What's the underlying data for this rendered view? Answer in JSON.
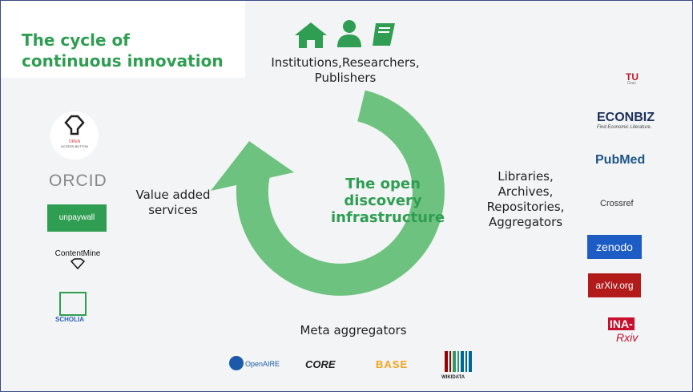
{
  "title": {
    "line1": "The cycle of",
    "line2": "continuous innovation"
  },
  "center": {
    "line1": "The open",
    "line2": "discovery",
    "line3": "infrastructure"
  },
  "stakeholders": {
    "line1": "Institutions,Researchers,",
    "line2": "Publishers",
    "icons": [
      "home-icon",
      "person-icon",
      "book-icon"
    ]
  },
  "libraries": {
    "line1": "Libraries,",
    "line2": "Archives,",
    "line3": "Repositories,",
    "line4": "Aggregators"
  },
  "value_added": {
    "line1": "Value added",
    "line2": "services"
  },
  "meta": {
    "label": "Meta aggregators"
  },
  "left_logos": {
    "oaw_line1": "OPEN",
    "oaw_line2": "ACCESS BUTTON",
    "orcid": "ORCID",
    "unpaywall": "unpaywall",
    "contentmine": "ContentMine",
    "scholia": "SCHOLIA"
  },
  "right_logos": {
    "tu": "TU",
    "tu_small": "Graz",
    "econbiz": "ECONBIZ",
    "econbiz_tag": "Find Economic Literature.",
    "pubmed": "PubMed",
    "crossref": "Crossref",
    "zenodo": "zenodo",
    "arxiv": "arXiv.org",
    "inarxiv_line1": "INA-",
    "inarxiv_line2": "Rxiv"
  },
  "bottom_logos": {
    "openaire": "OpenAIRE",
    "core": "CORE",
    "base": "BASE",
    "wikidata": "WIKIDATA"
  },
  "colors": {
    "accent": "#2f9e52",
    "arrow": "#6dc27f"
  }
}
